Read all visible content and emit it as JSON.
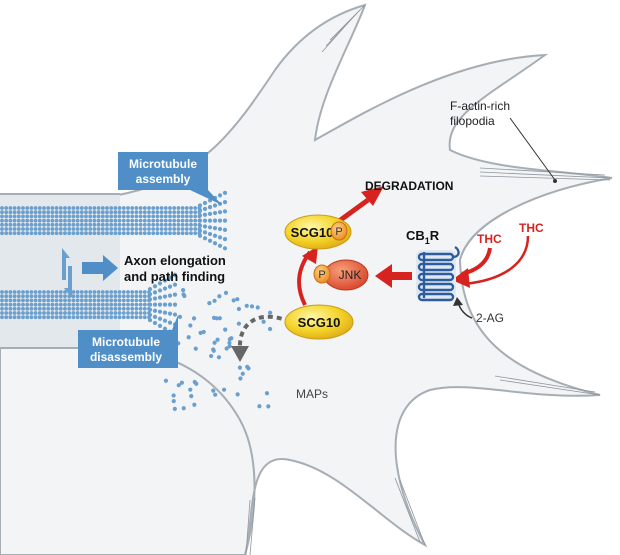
{
  "labels": {
    "f_actin_line1": "F-actin-rich",
    "f_actin_line2": "filopodia",
    "degradation": "DEGRADATION",
    "scg10_top": "SCG10",
    "scg10_bottom": "SCG10",
    "phospho_1": "P",
    "phospho_2": "P",
    "jnk": "JNK",
    "cb1r_main": "CB",
    "cb1r_sub": "1",
    "cb1r_end": "R",
    "thc_1": "THC",
    "thc_2": "THC",
    "two_ag": "2-AG",
    "maps": "MAPs",
    "axon_line1": "Axon elongation",
    "axon_line2": "and path finding",
    "mt_assembly_line1": "Microtubule",
    "mt_assembly_line2": "assembly",
    "mt_disassembly_line1": "Microtubule",
    "mt_disassembly_line2": "disassembly"
  },
  "colors": {
    "membrane": "#9aa3aa",
    "cytoplasm": "#eef1f3",
    "axon_fill": "#dde3e8",
    "microtubule": "#6a9fce",
    "callout": "#4f8ec6",
    "protein_yellow": "#f1d22a",
    "phospho_orange": "#f39a25",
    "jnk_red": "#e2553b",
    "arrow_red": "#d7231f",
    "receptor_blue": "#2d5d9c",
    "text_dark": "#1a1a1a",
    "text_red": "#d7231f"
  }
}
